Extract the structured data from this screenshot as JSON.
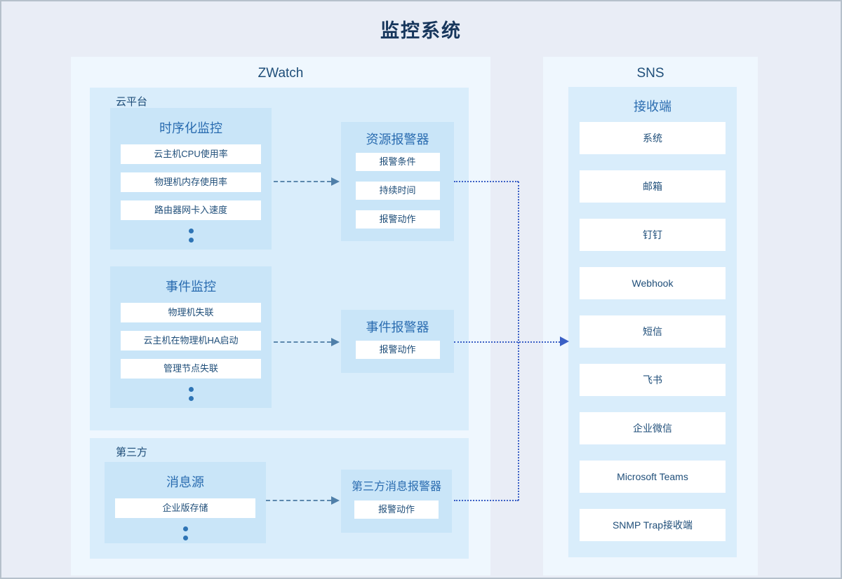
{
  "title": "监控系统",
  "colors": {
    "background": "#e9edf6",
    "border": "#b6c0cb",
    "panel_bg": "#eff7fe",
    "subpanel_bg": "#d9edfb",
    "box_bg": "#c9e5f8",
    "item_bg": "#ffffff",
    "title_navy": "#17365c",
    "header_blue": "#1f4e79",
    "box_title_blue": "#2a6cb0",
    "dashed_arrow": "#5c88ad",
    "dotted_connector": "#3a5fc5",
    "ellipsis_dot": "#2e74b5"
  },
  "zwatch": {
    "title": "ZWatch",
    "cloud_platform": {
      "label": "云平台",
      "timeseries": {
        "title": "时序化监控",
        "items": [
          "云主机CPU使用率",
          "物理机内存使用率",
          "路由器网卡入速度"
        ]
      },
      "events": {
        "title": "事件监控",
        "items": [
          "物理机失联",
          "云主机在物理机HA启动",
          "管理节点失联"
        ]
      }
    },
    "third_party": {
      "label": "第三方",
      "message_source": {
        "title": "消息源",
        "items": [
          "企业版存储"
        ]
      }
    },
    "alarms": {
      "resource": {
        "title": "资源报警器",
        "items": [
          "报警条件",
          "持续时间",
          "报警动作"
        ]
      },
      "event": {
        "title": "事件报警器",
        "items": [
          "报警动作"
        ]
      },
      "third_party_message": {
        "title": "第三方消息报警器",
        "items": [
          "报警动作"
        ]
      }
    }
  },
  "sns": {
    "title": "SNS",
    "receiver": {
      "title": "接收端",
      "items": [
        "系统",
        "邮箱",
        "钉钉",
        "Webhook",
        "短信",
        "飞书",
        "企业微信",
        "Microsoft Teams",
        "SNMP Trap接收端"
      ]
    }
  }
}
